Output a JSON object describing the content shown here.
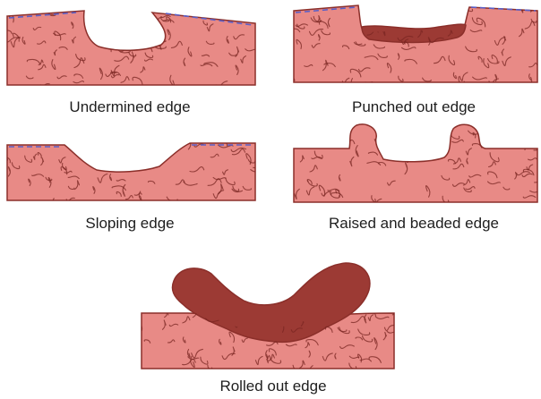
{
  "diagram": {
    "panels": [
      {
        "id": "undermined",
        "caption": "Undermined edge"
      },
      {
        "id": "punched-out",
        "caption": "Punched out edge"
      },
      {
        "id": "sloping",
        "caption": "Sloping edge"
      },
      {
        "id": "raised-beaded",
        "caption": "Raised and beaded edge"
      },
      {
        "id": "rolled-out",
        "caption": "Rolled out edge"
      }
    ],
    "colors": {
      "tissue": "#e88a86",
      "tissue_outline": "#8b2f2a",
      "texture": "#7a2622",
      "slough": "#9c3a34",
      "epithelium_dash": "#5a5fc7"
    }
  }
}
